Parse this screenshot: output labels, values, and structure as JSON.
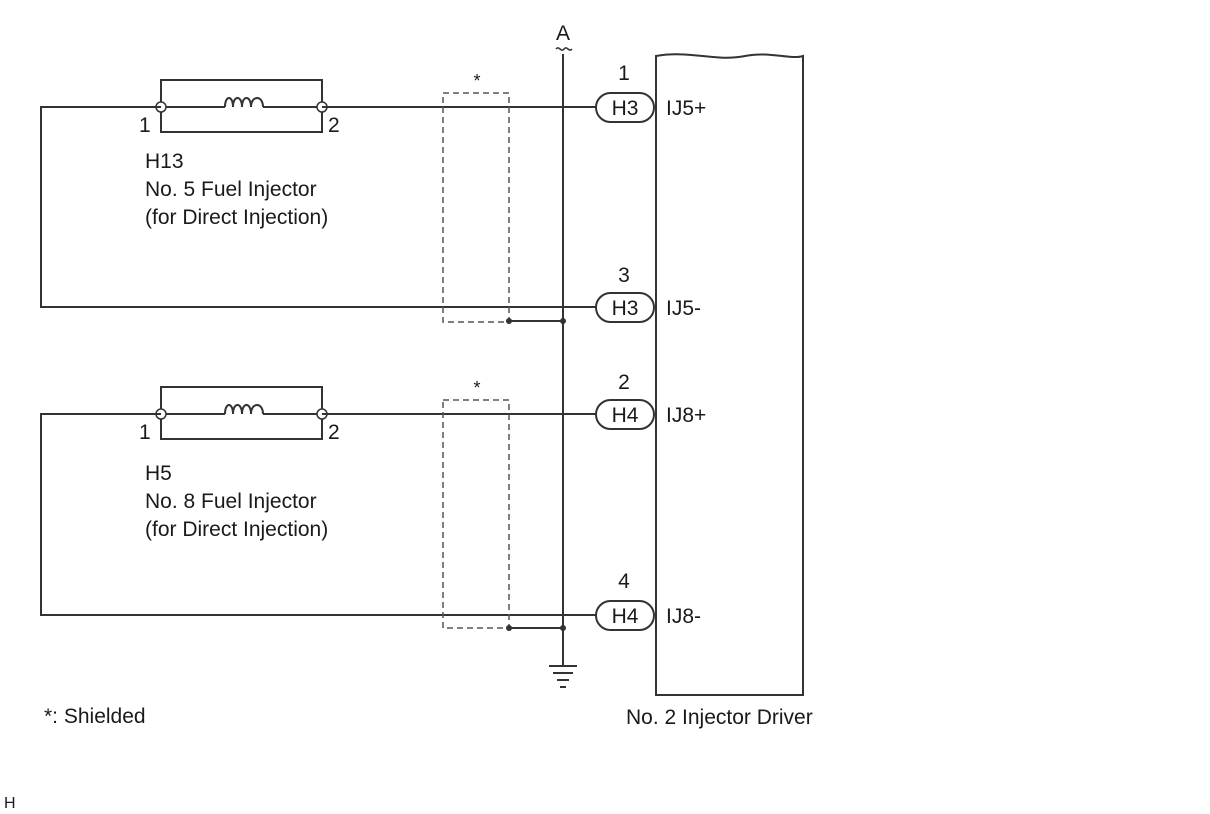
{
  "ground_bus": {
    "label": "A"
  },
  "injectors": [
    {
      "code": "H13",
      "name": "No. 5 Fuel Injector",
      "subtitle": "(for Direct Injection)",
      "pin_left": "1",
      "pin_right": "2"
    },
    {
      "code": "H5",
      "name": "No. 8 Fuel Injector",
      "subtitle": "(for Direct Injection)",
      "pin_left": "1",
      "pin_right": "2"
    }
  ],
  "shield_marks": [
    "*",
    "*"
  ],
  "connectors": [
    {
      "pin": "1",
      "connector": "H3",
      "signal": "IJ5+"
    },
    {
      "pin": "3",
      "connector": "H3",
      "signal": "IJ5-"
    },
    {
      "pin": "2",
      "connector": "H4",
      "signal": "IJ8+"
    },
    {
      "pin": "4",
      "connector": "H4",
      "signal": "IJ8-"
    }
  ],
  "driver": {
    "name": "No. 2 Injector Driver"
  },
  "legend": {
    "shielded": "*: Shielded"
  },
  "corner_mark": "H"
}
